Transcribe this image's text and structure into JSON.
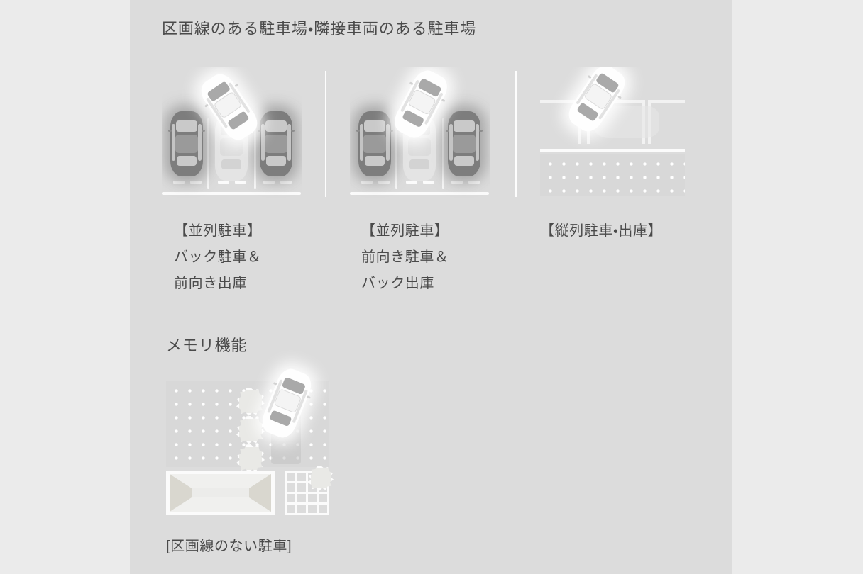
{
  "page": {
    "background_color": "#ebebeb",
    "panel_color": "#dcdcdc",
    "text_color": "#4a4a4a"
  },
  "sections": {
    "lined_lot": {
      "title": "区画線のある駐車場・隣接車両のある駐車場",
      "diagrams": [
        {
          "id": "perpendicular-back-in",
          "caption": "【並列駐車】\nバック駐車＆\n前向き出庫",
          "caption_lines": [
            "【並列駐車】",
            "バック駐車＆",
            "前向き出庫"
          ],
          "neighbor_cars": 2,
          "ego_car_color": "#fefefe",
          "neighbor_car_color": "#7d7d7d",
          "ego_car_rotation_deg": -34,
          "markings": "dashed wheel stops and solid boundary line"
        },
        {
          "id": "perpendicular-front-in",
          "caption": "【並列駐車】\n前向き駐車＆\nバック出庫",
          "caption_lines": [
            "【並列駐車】",
            "前向き駐車＆",
            "バック出庫"
          ],
          "neighbor_cars": 2,
          "ego_car_color": "#fefefe",
          "neighbor_car_color": "#7d7d7d",
          "ego_car_rotation_deg": 28,
          "markings": "dashed wheel stops and solid boundary line"
        },
        {
          "id": "parallel-park-exit",
          "caption": "【縦列駐車・出庫】",
          "caption_lines": [
            "【縦列駐車・出庫】"
          ],
          "neighbor_cars": 0,
          "ego_car_color": "#fefefe",
          "ego_car_rotation_deg": 34,
          "markings": "bracket bay outlines, kerb line, dotted pavement"
        }
      ]
    },
    "memory_function": {
      "title": "メモリ機能",
      "caption": "[区画線のない駐車]",
      "scene": {
        "id": "unlined-parking",
        "bush_count": 3,
        "building_label": "",
        "tile_grid_rows": 4,
        "tile_grid_cols": 4,
        "ego_car_rotation_deg": 22,
        "ghost_slot": "target parking position"
      }
    }
  },
  "colors": {
    "white_marking": "#fbfbfb",
    "dark_car": "#7d7d7d",
    "ego_car": "#fefefe",
    "ghost_car": "#e6e6e6",
    "pavement_dots": "#ffffff"
  }
}
